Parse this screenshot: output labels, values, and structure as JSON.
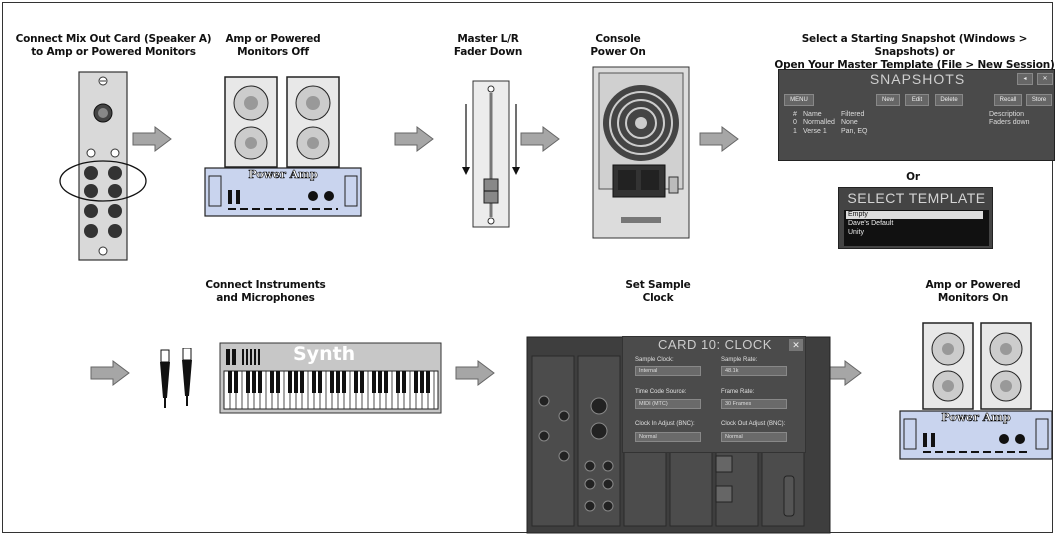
{
  "steps": [
    {
      "lines": [
        "Connect Mix Out Card (Speaker A)",
        "to Amp or Powered Monitors"
      ]
    },
    {
      "lines": [
        "Amp or Powered",
        "Monitors Off"
      ]
    },
    {
      "lines": [
        "Master L/R",
        "Fader Down"
      ]
    },
    {
      "lines": [
        "Console",
        "Power On"
      ]
    },
    {
      "lines": [
        "Select a Starting Snapshot (Windows > Snapshots) or",
        "Open Your Master Template (File > New Session)"
      ]
    },
    {
      "lines": [
        "Connect Instruments",
        "and Microphones"
      ]
    },
    {
      "lines": [
        "Set Sample",
        "Clock"
      ]
    },
    {
      "lines": [
        "Amp or Powered",
        "Monitors On"
      ]
    }
  ],
  "or_label": "Or",
  "amp_label": "Power Amp",
  "synth_label": "Synth",
  "snapshots": {
    "title": "SNAPSHOTS",
    "menu": "MENU",
    "buttons": [
      "New",
      "Edit",
      "Delete",
      "Recall",
      "Store"
    ],
    "headers": {
      "num": "#",
      "name": "Name",
      "filtered": "Filtered",
      "description": "Description"
    },
    "rows": [
      {
        "num": "0",
        "name": "Normalled",
        "filtered": "None",
        "description": "Faders down"
      },
      {
        "num": "1",
        "name": "Verse 1",
        "filtered": "Pan, EQ",
        "description": ""
      }
    ]
  },
  "template": {
    "title": "SELECT TEMPLATE",
    "items": [
      "Empty",
      "Dave's Default",
      "Unity"
    ],
    "selected_index": 0
  },
  "clock": {
    "title": "CARD 10: CLOCK",
    "fields": [
      {
        "label": "Sample Clock:",
        "value": "Internal"
      },
      {
        "label": "Sample Rate:",
        "value": "48.1k"
      },
      {
        "label": "Time Code Source:",
        "value": "MIDI (MTC)"
      },
      {
        "label": "Frame Rate:",
        "value": "30 Frames"
      },
      {
        "label": "Clock In Adjust (BNC):",
        "value": "Normal"
      },
      {
        "label": "Clock Out Adjust (BNC):",
        "value": "Normal"
      }
    ]
  },
  "colors": {
    "arrow": "#a6a6a6",
    "arrow_stroke": "#666666",
    "panel": "#5a5a5a",
    "amp_blue": "#c9d4ee",
    "synth": "#c7c7c7"
  }
}
